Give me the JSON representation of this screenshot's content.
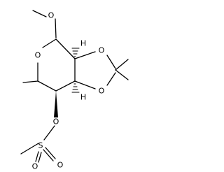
{
  "molecule": {
    "atoms": {
      "O_methoxy": "O",
      "O_ring": "O",
      "O_dioxolane_upper": "O",
      "O_dioxolane_lower": "O",
      "O_ester": "O",
      "S": "S",
      "O_sulfonyl_1": "O",
      "O_sulfonyl_2": "O",
      "H_upper": "H",
      "H_lower": "H"
    }
  }
}
